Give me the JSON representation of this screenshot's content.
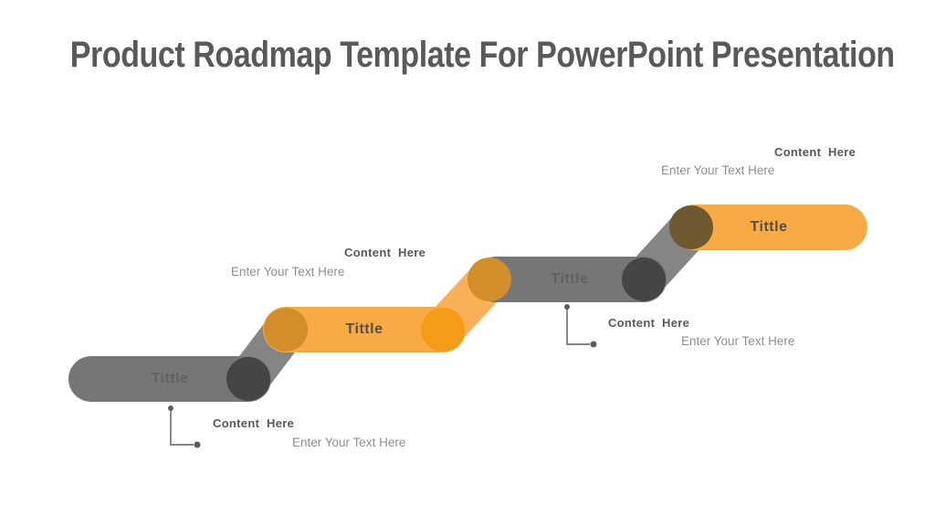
{
  "slide": {
    "title": "Product Roadmap Template For PowerPoint Presentation"
  },
  "diagram": {
    "steps": [
      {
        "title": "Tittle",
        "content_label": "Content  Here",
        "placeholder": "Enter Your Text Here",
        "scheme": "gray",
        "callout": "below"
      },
      {
        "title": "Tittle",
        "content_label": "Content  Here",
        "placeholder": "Enter Your Text Here",
        "scheme": "orange",
        "callout": "above"
      },
      {
        "title": "Tittle",
        "content_label": "Content  Here",
        "placeholder": "Enter Your Text Here",
        "scheme": "gray",
        "callout": "below"
      },
      {
        "title": "Tittle",
        "content_label": "Content  Here",
        "placeholder": "Enter Your Text Here",
        "scheme": "orange",
        "callout": "above"
      }
    ],
    "colors": {
      "bar_gray": "#767676",
      "bar_orange": "#F8AB44",
      "diagonal_gray": "#858585",
      "diagonal_orange": "#F9B158",
      "joint_dark_gray": "#454545",
      "joint_dark_orange": "#D18E2B",
      "joint_bright_orange": "#F49C18",
      "joint_brown": "#6F5930",
      "connector": "#5C5C5C",
      "title_text": "#59595B",
      "content_text": "#595959",
      "placeholder_text": "#8F8F8F"
    }
  }
}
